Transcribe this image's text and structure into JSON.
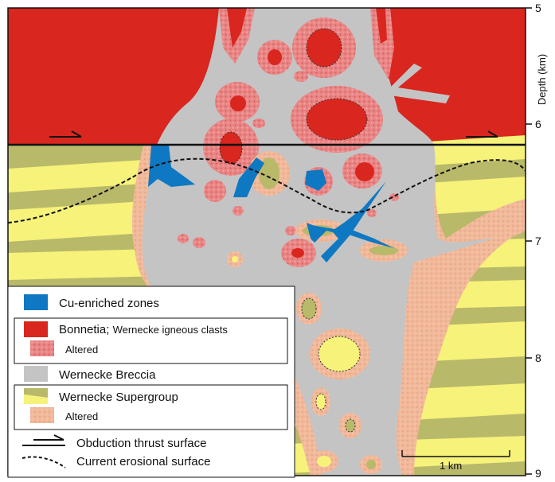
{
  "colors": {
    "red": "#d9261f",
    "olive": "#b9b96a",
    "yellow": "#f6f27a",
    "gray": "#c4c4c4",
    "blue": "#0e78c2",
    "altered_red": "#e88a8a",
    "altered_tan": "#f0b896"
  },
  "axis": {
    "label": "Depth (km)",
    "ticks": [
      "5",
      "6",
      "7",
      "8",
      "9"
    ]
  },
  "scale_bar": {
    "label": "1 km"
  },
  "legend": {
    "items": [
      {
        "label": "Cu-enriched zones"
      },
      {
        "label": "Bonnetia;",
        "sublabel": "Wernecke igneous clasts"
      },
      {
        "label": "Altered"
      },
      {
        "label": "Wernecke Breccia"
      },
      {
        "label": "Wernecke Supergroup"
      },
      {
        "label": "Altered"
      },
      {
        "label": "Obduction thrust surface"
      },
      {
        "label": "Current erosional surface"
      }
    ]
  }
}
